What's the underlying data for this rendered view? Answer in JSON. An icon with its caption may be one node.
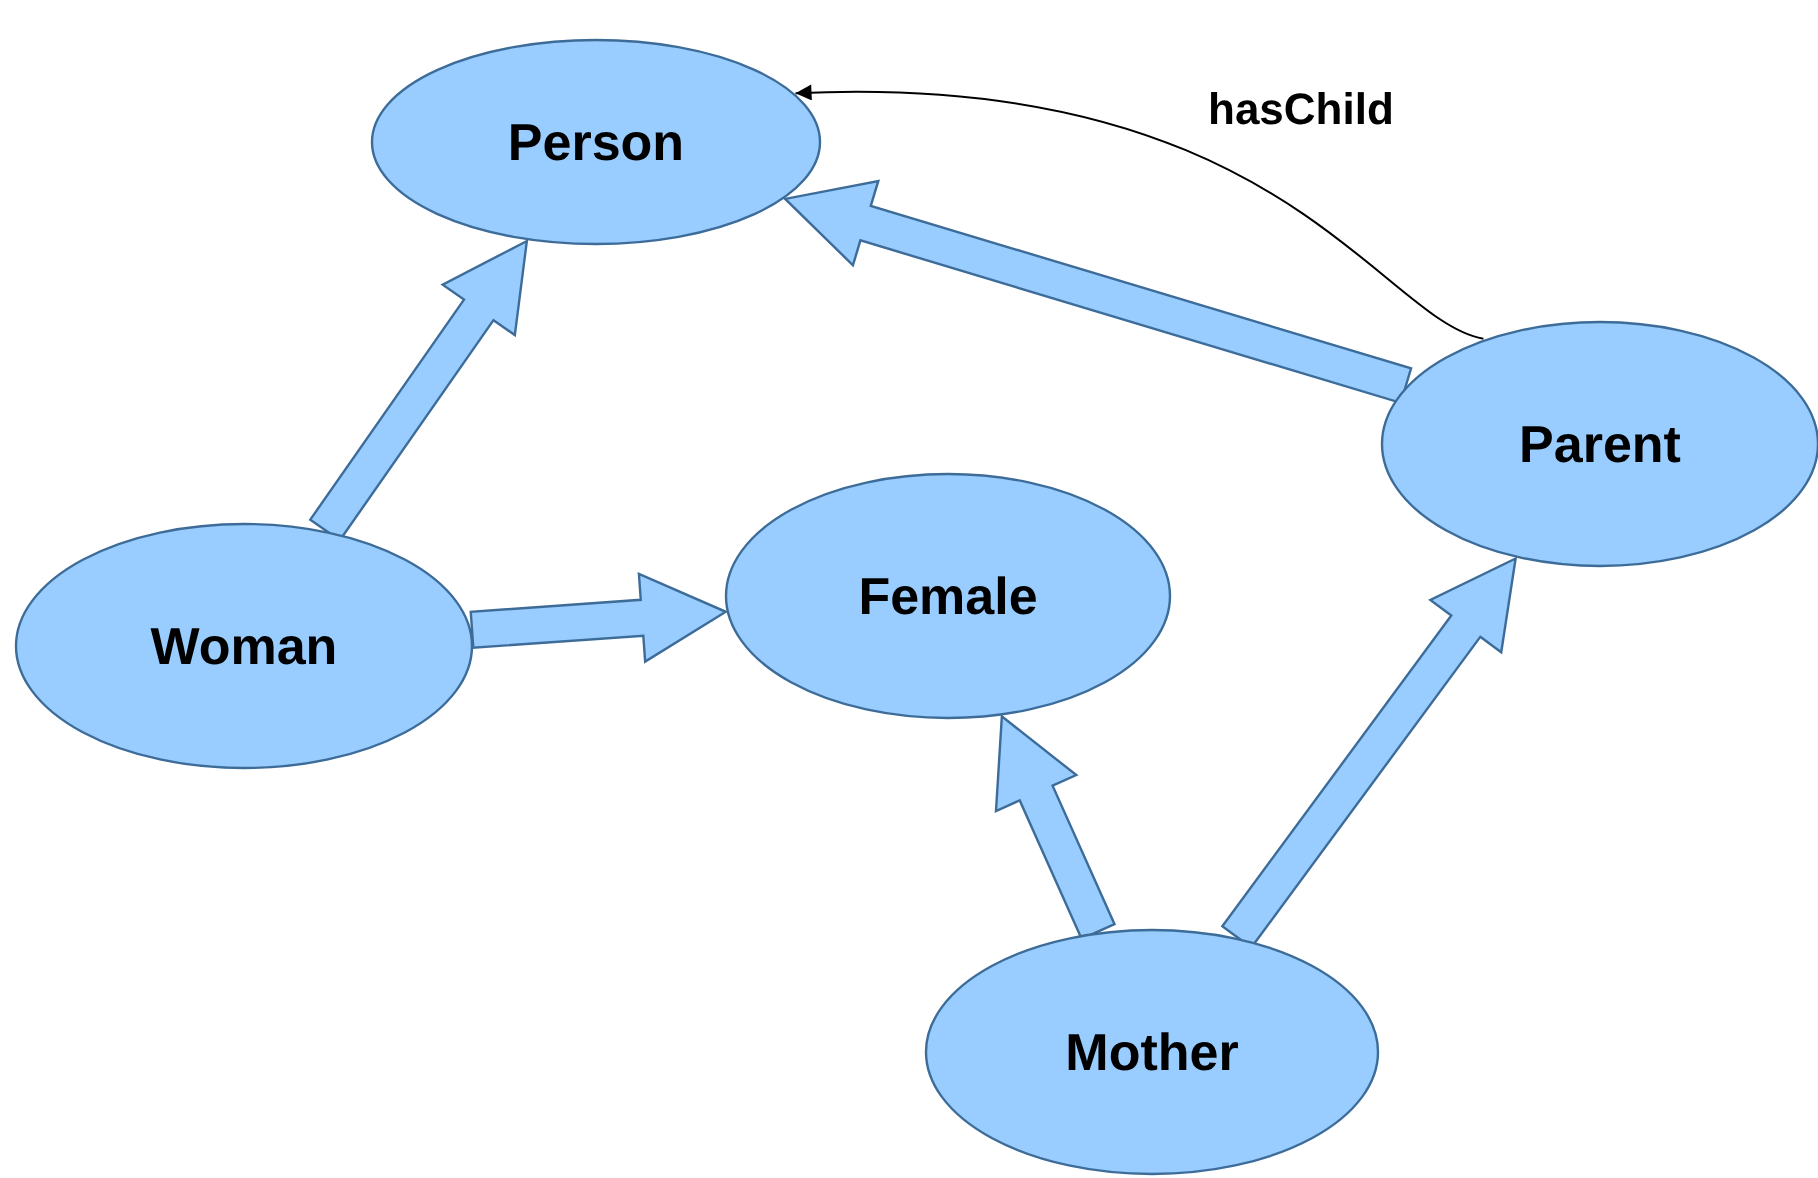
{
  "diagram": {
    "nodes": [
      {
        "text": [
          "Person"
        ]
      },
      {
        "text": [
          "Woman"
        ]
      },
      {
        "text": [
          "Female"
        ]
      },
      {
        "text": [
          "Parent"
        ]
      },
      {
        "text": [
          "Mother"
        ]
      }
    ],
    "edges": [
      {
        "from": 1,
        "to": 0,
        "arrow": "to",
        "style": "thick"
      },
      {
        "from": 1,
        "to": 2,
        "arrow": "to",
        "style": "thick"
      },
      {
        "from": 3,
        "to": 0,
        "arrow": "to",
        "style": "thick"
      },
      {
        "from": 4,
        "to": 2,
        "arrow": "to",
        "style": "thick"
      },
      {
        "from": 4,
        "to": 3,
        "arrow": "to",
        "style": "thick"
      },
      {
        "from": 3,
        "to": 0,
        "arrow": "to",
        "label": "hasChild",
        "color": "#000000"
      }
    ]
  }
}
